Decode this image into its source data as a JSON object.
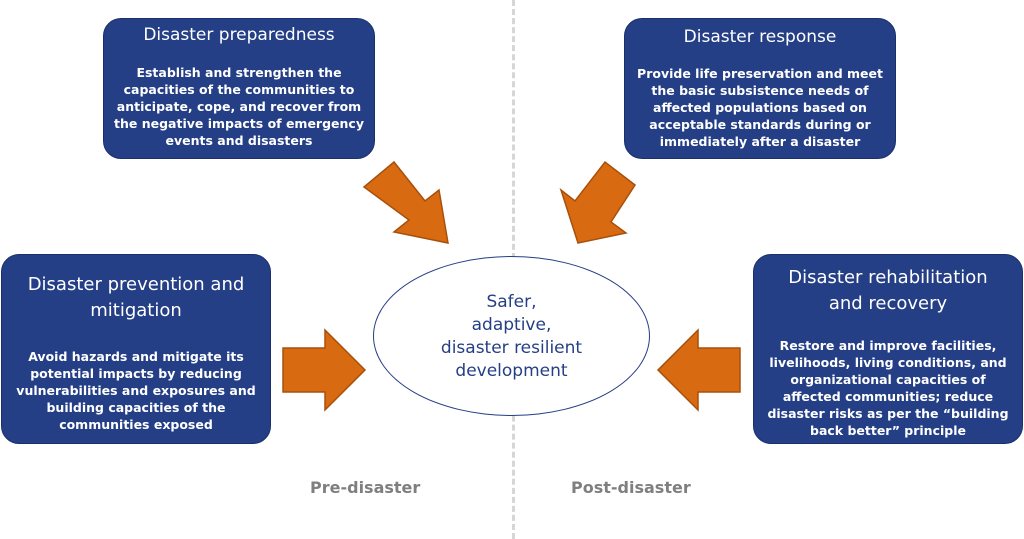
{
  "colors": {
    "box_fill": "#253f86",
    "arrow_fill": "#d86b12",
    "arrow_stroke": "#a8500a",
    "divider": "#d6d6d6",
    "phase_label": "#7f7f7f"
  },
  "boxes": {
    "preparedness": {
      "title": "Disaster preparedness",
      "description": "Establish and strengthen the\ncapacities of the communities to\nanticipate, cope, and recover from\nthe negative impacts of emergency\nevents and disasters"
    },
    "response": {
      "title": "Disaster response",
      "description": "Provide life preservation and meet\nthe basic subsistence needs of\naffected populations based on\nacceptable standards during or\nimmediately after a disaster"
    },
    "prevention": {
      "title": "Disaster prevention and\nmitigation",
      "description": "Avoid hazards and mitigate its\npotential impacts by reducing\nvulnerabilities and exposures and\nbuilding capacities of the\ncommunities exposed"
    },
    "rehabilitation": {
      "title": "Disaster rehabilitation\nand recovery",
      "description": "Restore and improve facilities,\nlivelihoods, living conditions, and\norganizational capacities of\naffected communities; reduce\ndisaster risks as per the “building\nback better” principle"
    }
  },
  "center": {
    "text": "Safer,\nadaptive,\ndisaster resilient\ndevelopment"
  },
  "phases": {
    "pre": "Pre-disaster",
    "post": "Post-disaster"
  }
}
